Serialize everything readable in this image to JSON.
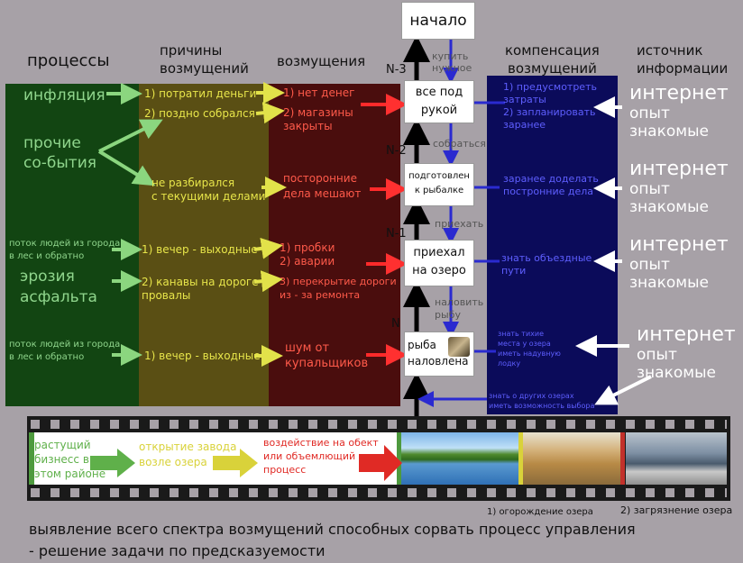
{
  "headers": {
    "processes": "процессы",
    "causes": "причины\nвозмущений",
    "disturbances": "возмущения",
    "compensation": "компенсация\nвозмущений",
    "source": "источник\nинформации"
  },
  "processes": {
    "inflation": "инфляция",
    "other_events": "прочие\nсо-бытия",
    "people_flow_1": "поток людей из города\nв лес и обратно",
    "erosion": "эрозия\nасфальта",
    "people_flow_2": "поток людей из города\nв лес и обратно"
  },
  "causes": {
    "c1": "1) потратил деньги",
    "c2": "2) поздно собрался",
    "c3": "не разбирался\nс текущими делами",
    "c4": "1) вечер - выходные",
    "c5": "2) канавы на дороге\nпровалы",
    "c6": "1) вечер - выходные"
  },
  "disturbances": {
    "d1": "1) нет денег",
    "d2": "2) магазины\nзакрыты",
    "d3": "посторонние\nдела мешают",
    "d4": "1) пробки\n2) аварии",
    "d5": "3) перекрытие дороги\nиз - за ремонта",
    "d6": "шум от\nкупальщиков"
  },
  "steps": {
    "start": "начало",
    "s1": "все под\nрукой",
    "s2": "подготовлен\nк рыбалке",
    "s3": "приехал\nна озеро",
    "s4": "рыба\nналовлена",
    "n3": "N-3",
    "n2": "N-2",
    "n1": "N-1",
    "n": "N",
    "a1": "купить\nнужное",
    "a2": "собраться",
    "a3": "приехать",
    "a4": "наловить\nрыбу"
  },
  "compensation": {
    "k1": "1) предусмотреть\nзатраты\n2) запланировать\nзаранее",
    "k2": "заранее доделать\nпостронние дела",
    "k3": "знать объездные\nпути",
    "k4": "знать тихие\nместа у озера\nиметь надувную\nлодку",
    "k5": "знать о других озерах\nиметь возможность выбора"
  },
  "sources": {
    "internet": "интернет",
    "friends": "опыт\nзнакомые"
  },
  "film": {
    "f1": "растущий\nбизнесс в\nэтом районе",
    "f2": "открытие завода\nвозле озера",
    "f3": "воздействие на обект\nили объемлющий\nпроцесс",
    "cap1": "1) огорождение озера",
    "cap2": "2) загрязнение озера"
  },
  "footer": {
    "line1": "выявление всего спектра возмущений способных сорвать процесс управления",
    "line2": "- решение задачи по предсказуемости"
  },
  "colors": {
    "process_col": "#124512",
    "cause_col": "#5a4f14",
    "disturb_col": "#4a0d0d",
    "comp_col": "#0b0b5a",
    "green_text": "#8fd58c",
    "yellow_text": "#e7e54a",
    "red_text": "#ff5a4a",
    "blue_text": "#5e5eff"
  }
}
